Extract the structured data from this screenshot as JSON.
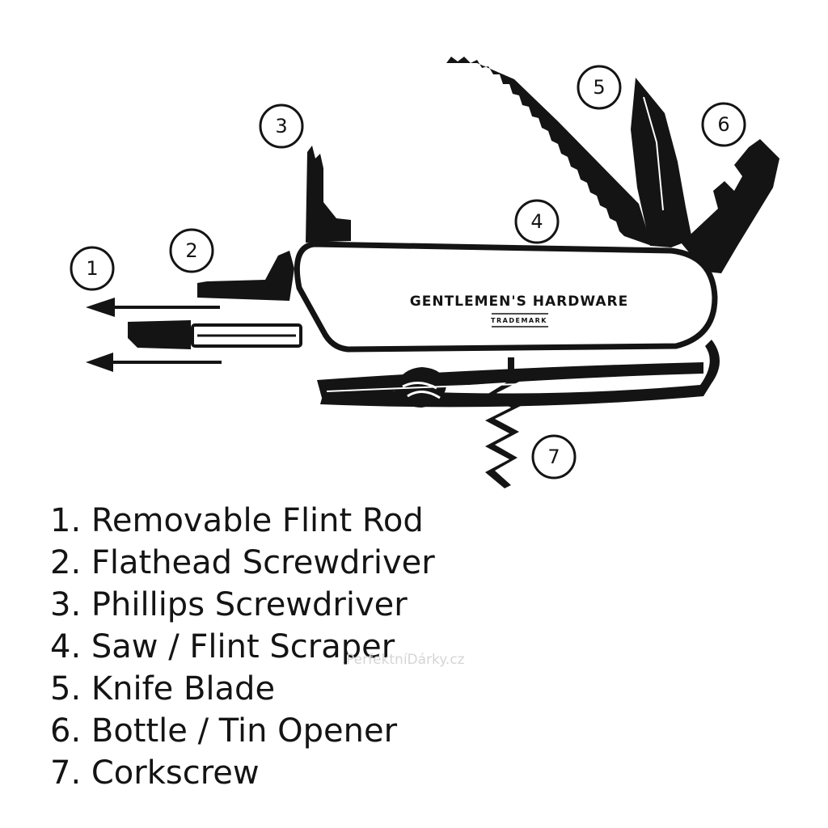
{
  "brand": {
    "name": "GENTLEMEN'S HARDWARE",
    "subtitle": "TRADEMARK"
  },
  "callouts": [
    "1",
    "2",
    "3",
    "4",
    "5",
    "6",
    "7"
  ],
  "legend": [
    "1. Removable Flint Rod",
    "2. Flathead Screwdriver",
    "3. Phillips Screwdriver",
    "4. Saw / Flint Scraper",
    "5. Knife Blade",
    "6. Bottle / Tin Opener",
    "7. Corkscrew"
  ],
  "watermark": "PerfektníDárky.cz",
  "colors": {
    "ink": "#141414",
    "background": "#ffffff",
    "watermark": "#d5d5d5"
  }
}
